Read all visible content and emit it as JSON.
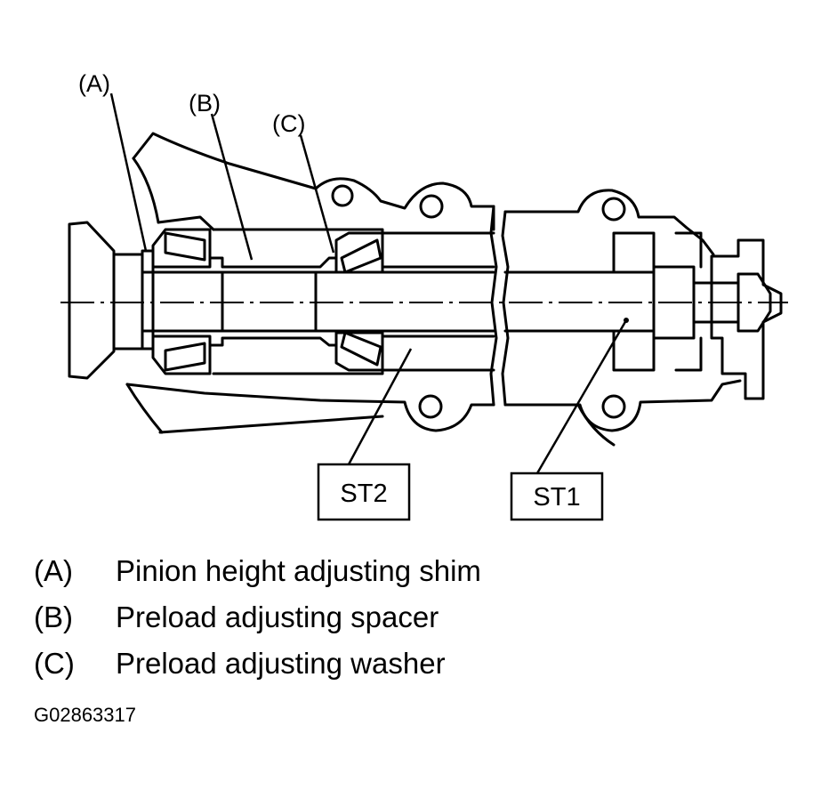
{
  "diagram": {
    "callouts": {
      "a": "(A)",
      "b": "(B)",
      "c": "(C)"
    },
    "tools": {
      "st2": "ST2",
      "st1": "ST1"
    }
  },
  "legend": [
    {
      "key": "(A)",
      "text": "Pinion height adjusting shim"
    },
    {
      "key": "(B)",
      "text": "Preload adjusting spacer"
    },
    {
      "key": "(C)",
      "text": "Preload adjusting washer"
    }
  ],
  "figure_code": "G02863317",
  "colors": {
    "ink": "#000000",
    "paper": "#ffffff"
  }
}
